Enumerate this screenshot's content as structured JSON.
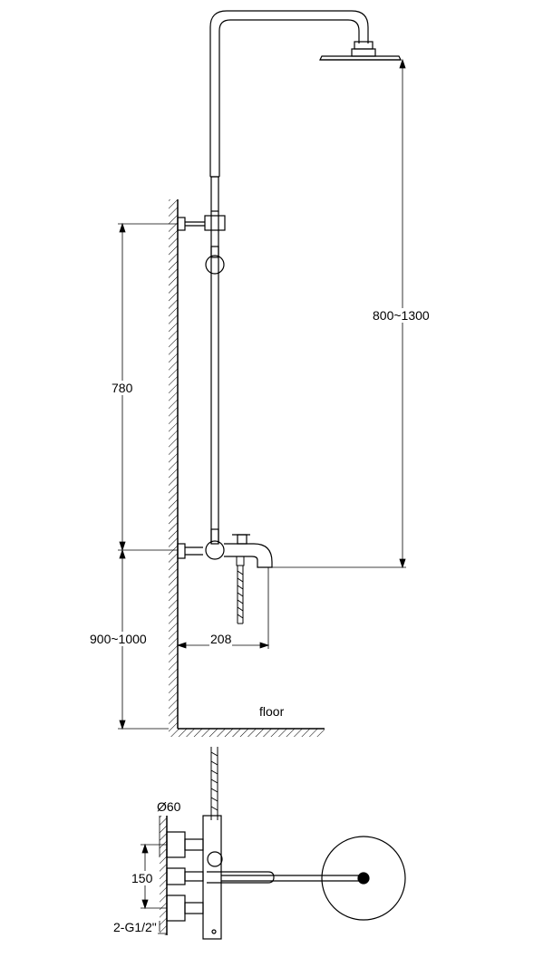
{
  "labels": {
    "shower_height": "800~1300",
    "bracket_spacing": "780",
    "mixer_height": "900~1000",
    "spout_projection": "208",
    "floor": "floor",
    "pipe_diameter": "Ø60",
    "inlet_spacing": "150",
    "inlet_thread": "2-G1/2\""
  },
  "colors": {
    "line": "#000000",
    "background": "#ffffff"
  }
}
